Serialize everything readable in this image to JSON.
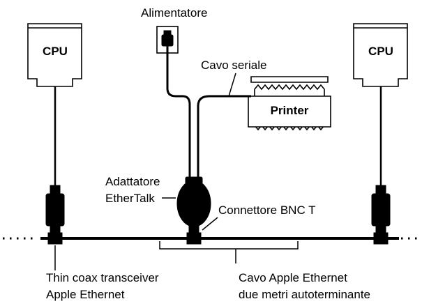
{
  "labels": {
    "power_supply": "Alimentatore",
    "serial_cable": "Cavo seriale",
    "printer": "Printer",
    "cpu_left": "CPU",
    "cpu_right": "CPU",
    "adapter_line1": "Adattatore",
    "adapter_line2": "EtherTalk",
    "bnc_connector": "Connettore BNC T",
    "transceiver_line1": "Thin coax transceiver",
    "transceiver_line2": "Apple Ethernet",
    "ethernet_cable_line1": "Cavo Apple Ethernet",
    "ethernet_cable_line2": "due metri autoterminante"
  }
}
